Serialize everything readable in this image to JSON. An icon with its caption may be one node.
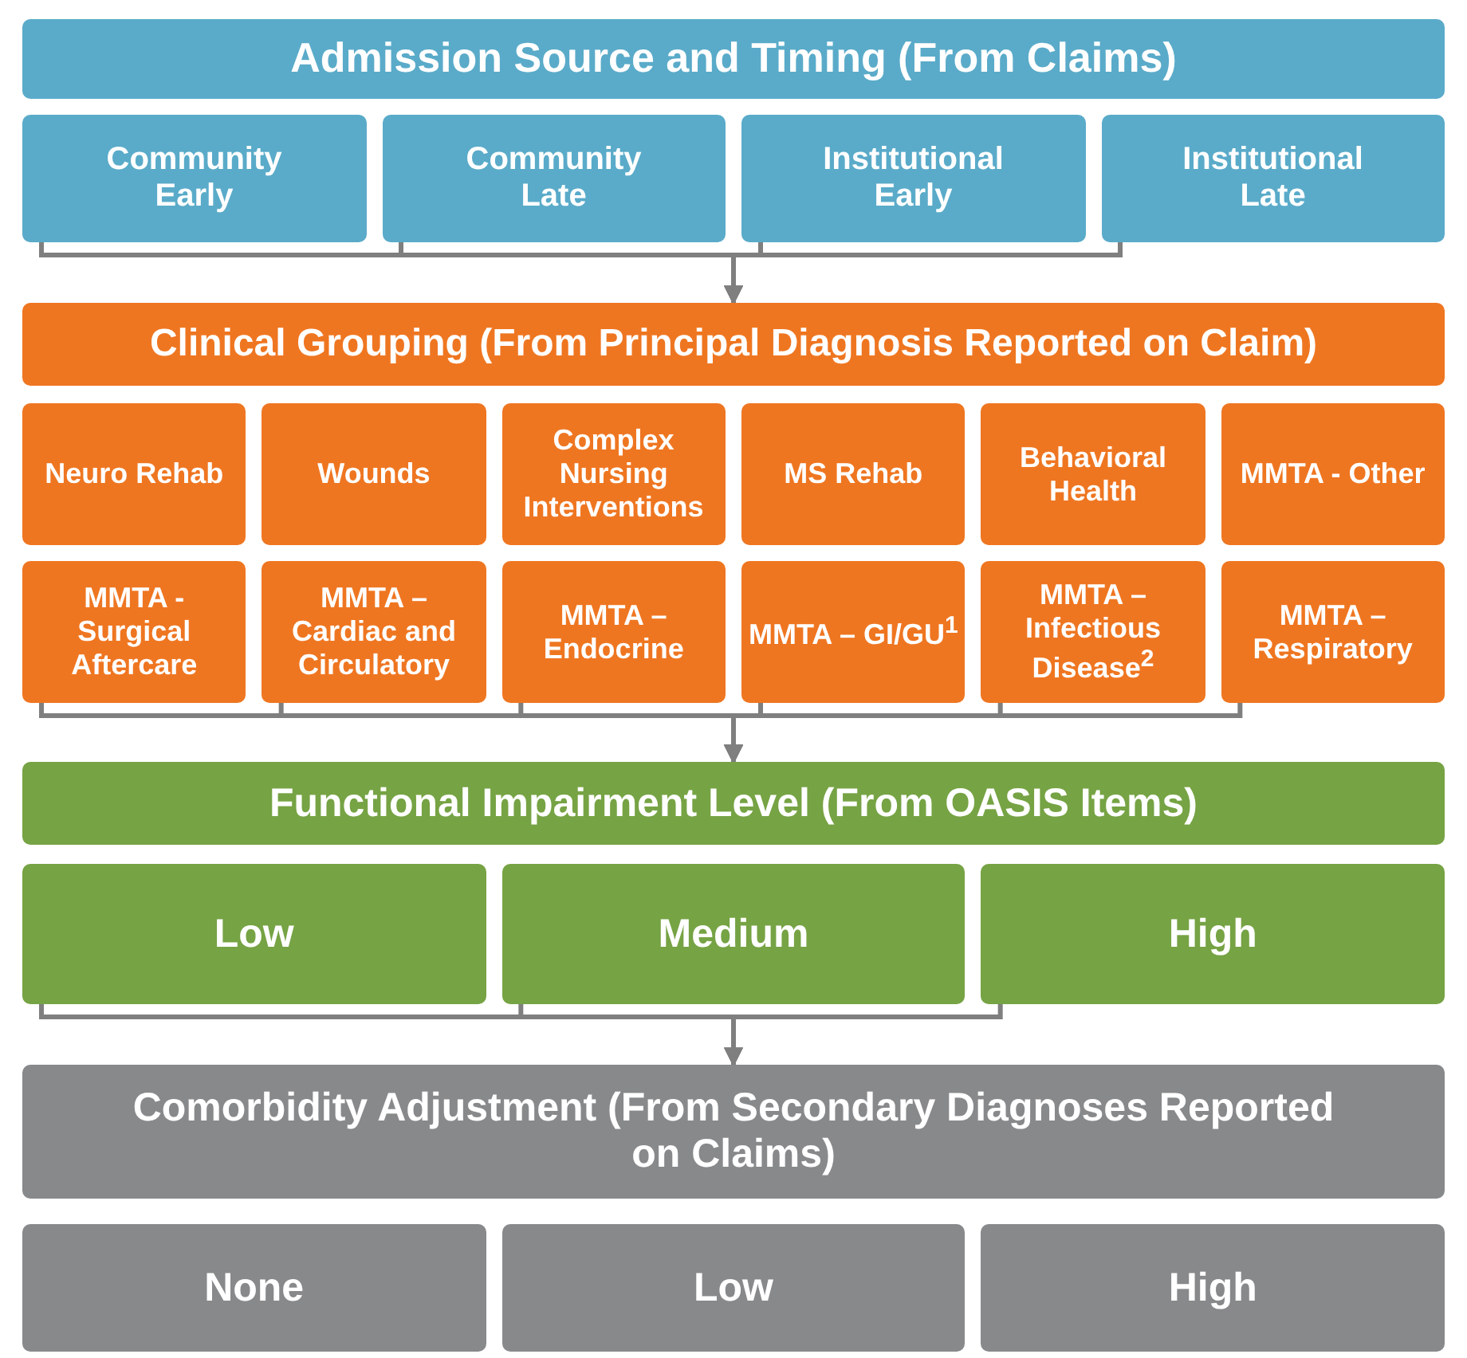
{
  "diagram": {
    "nodes": [
      {
        "text": [
          "Admission Source and Timing (From Claims)"
        ]
      },
      {
        "text": [
          "Community Early"
        ]
      },
      {
        "text": [
          "Community Late"
        ]
      },
      {
        "text": [
          "Institutional Early"
        ]
      },
      {
        "text": [
          "Institutional Late"
        ]
      },
      {
        "text": [
          "Clinical Grouping (From Principal Diagnosis Reported on Claim)"
        ]
      },
      {
        "text": [
          "Neuro Rehab"
        ]
      },
      {
        "text": [
          "Wounds"
        ]
      },
      {
        "text": [
          "Complex Nursing Interventions"
        ]
      },
      {
        "text": [
          "MS Rehab"
        ]
      },
      {
        "text": [
          "Behavioral Health"
        ]
      },
      {
        "text": [
          "MMTA - Other"
        ]
      },
      {
        "text": [
          "MMTA - Surgical Aftercare"
        ]
      },
      {
        "text": [
          "MMTA – Cardiac and Circulatory"
        ]
      },
      {
        "text": [
          "MMTA – Endocrine"
        ]
      },
      {
        "text": [
          "MMTA – GI/GU$^{1}$"
        ]
      },
      {
        "text": [
          "MMTA – Infectious Disease$^{2}$"
        ]
      },
      {
        "text": [
          "MMTA – Respiratory"
        ]
      },
      {
        "text": [
          "Functional Impairment Level (From OASIS Items)"
        ]
      },
      {
        "text": [
          "Low"
        ]
      },
      {
        "text": [
          "Medium"
        ]
      },
      {
        "text": [
          "High"
        ]
      },
      {
        "text": [
          "Comorbidity Adjustment (From Secondary Diagnoses Reported on Claims)"
        ]
      },
      {
        "text": [
          "None"
        ]
      },
      {
        "text": [
          "Low"
        ]
      },
      {
        "text": [
          "High"
        ]
      }
    ],
    "edges": [
      {
        "from": 1,
        "to": 5,
        "arrow": "to"
      },
      {
        "from": 2,
        "to": 5,
        "arrow": "to"
      },
      {
        "from": 3,
        "to": 5,
        "arrow": "to"
      },
      {
        "from": 4,
        "to": 5,
        "arrow": "to"
      },
      {
        "from": 12,
        "to": 18,
        "arrow": "to"
      },
      {
        "from": 13,
        "to": 18,
        "arrow": "to"
      },
      {
        "from": 14,
        "to": 18,
        "arrow": "to"
      },
      {
        "from": 15,
        "to": 18,
        "arrow": "to"
      },
      {
        "from": 16,
        "to": 18,
        "arrow": "to"
      },
      {
        "from": 17,
        "to": 18,
        "arrow": "to"
      },
      {
        "from": 19,
        "to": 22,
        "arrow": "to"
      },
      {
        "from": 20,
        "to": 22,
        "arrow": "to"
      },
      {
        "from": 21,
        "to": 22,
        "arrow": "to"
      }
    ]
  }
}
